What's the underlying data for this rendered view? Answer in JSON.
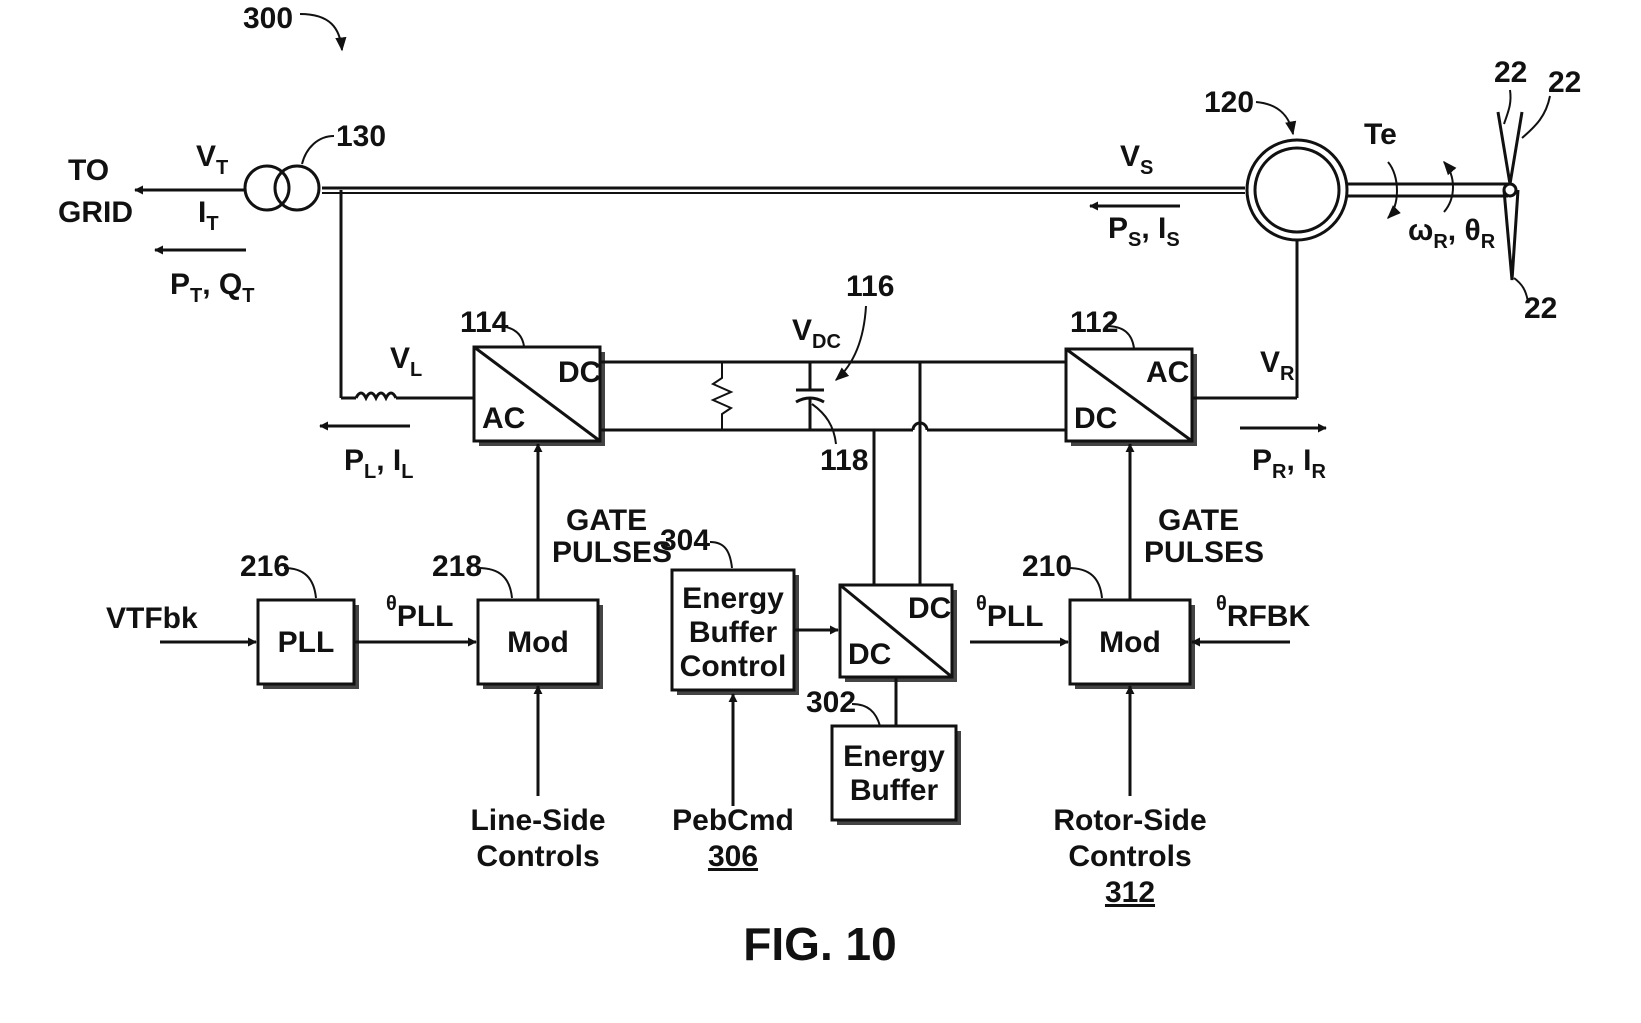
{
  "figure": {
    "number_label": "300",
    "caption": "FIG. 10"
  },
  "grid": {
    "line1": "TO",
    "line2": "GRID",
    "vt": "V",
    "vt_sub": "T",
    "it": "I",
    "it_sub": "T",
    "pt": "P",
    "pt_sub": "T",
    "qt": ", Q",
    "qt_sub": "T"
  },
  "transformer": {
    "ref": "130"
  },
  "generator": {
    "ref": "120",
    "vs": "V",
    "vs_sub": "S",
    "ps": "P",
    "ps_sub": "S",
    "is": ", I",
    "is_sub": "S",
    "te": "Te",
    "omega": "ω",
    "omega_sub": "R",
    "theta": ", θ",
    "theta_sub": "R"
  },
  "blades": {
    "ref_a": "22",
    "ref_b": "22",
    "ref_c": "22"
  },
  "line_side_converter": {
    "ref": "114",
    "top_label": "DC",
    "bottom_label": "AC",
    "vl": "V",
    "vl_sub": "L",
    "pl": "P",
    "pl_sub": "L",
    "il": ", I",
    "il_sub": "L"
  },
  "rotor_side_converter": {
    "ref": "112",
    "top_label": "AC",
    "bottom_label": "DC",
    "vr": "V",
    "vr_sub": "R",
    "pr": "P",
    "pr_sub": "R",
    "ir": ", I",
    "ir_sub": "R"
  },
  "dc_link": {
    "ref": "116",
    "vdc": "V",
    "vdc_sub": "DC",
    "capacitor_ref": "118"
  },
  "pll_block": {
    "ref": "216",
    "label": "PLL",
    "input": "VTFbk",
    "theta": "θ",
    "theta_sub": "PLL"
  },
  "line_mod": {
    "ref": "218",
    "label": "Mod",
    "gate_line1": "GATE",
    "gate_line2": "PULSES",
    "controls_line1": "Line-Side",
    "controls_line2": "Controls"
  },
  "energy_buffer_control": {
    "ref": "304",
    "line1": "Energy",
    "line2": "Buffer",
    "line3": "Control",
    "cmd": "PebCmd",
    "cmd_ref": "306"
  },
  "dcdc_converter": {
    "top_label": "DC",
    "bottom_label": "DC",
    "theta": "θ",
    "theta_sub": "PLL"
  },
  "energy_buffer": {
    "ref": "302",
    "line1": "Energy",
    "line2": "Buffer"
  },
  "rotor_mod": {
    "ref": "210",
    "label": "Mod",
    "gate_line1": "GATE",
    "gate_line2": "PULSES",
    "theta": "θ",
    "theta_sub": "RFBK",
    "controls_line1": "Rotor-Side",
    "controls_line2": "Controls",
    "controls_ref": "312"
  },
  "colors": {
    "ink": "#111111",
    "shadow": "#444444",
    "background": "#ffffff"
  }
}
